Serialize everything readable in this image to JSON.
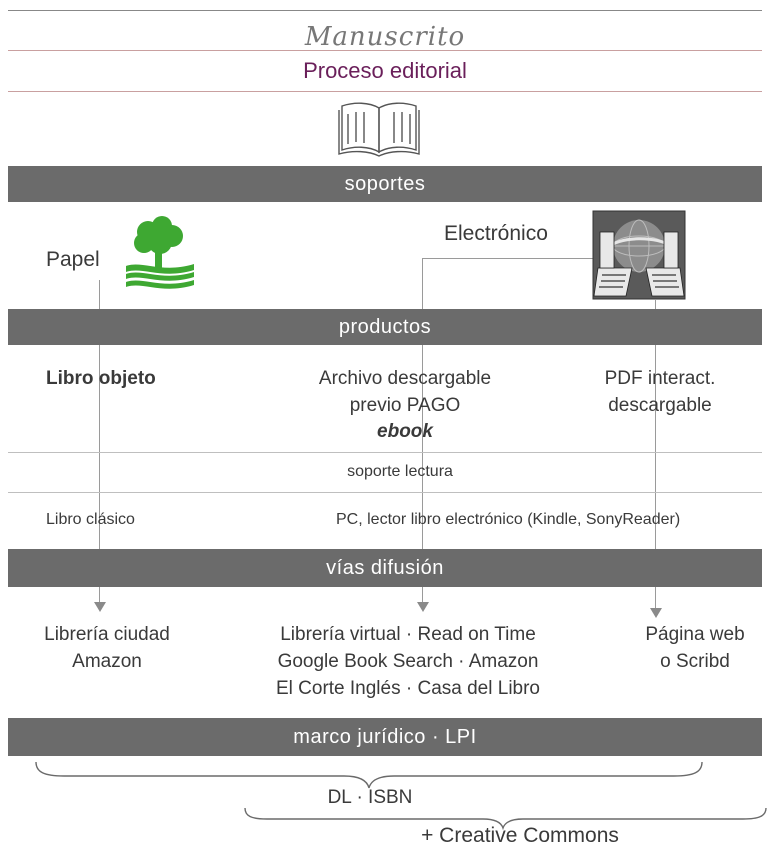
{
  "header": {
    "manuscript": "Manuscrito",
    "process": "Proceso editorial"
  },
  "bands": {
    "soportes": "soportes",
    "productos": "productos",
    "vias": "vías difusión",
    "marco": "marco jurídico · LPI"
  },
  "supports": {
    "paper": "Papel",
    "electronic": "Electrónico"
  },
  "products": {
    "left": "Libro objeto",
    "center_line1": "Archivo descargable",
    "center_line2": "previo PAGO",
    "center_line3": "ebook",
    "right_line1": "PDF interact.",
    "right_line2": "descargable"
  },
  "reading": {
    "header": "soporte lectura",
    "left": "Libro clásico",
    "right": "PC, lector libro electrónico (Kindle, SonyReader)"
  },
  "diffusion": {
    "left_line1": "Librería ciudad",
    "left_line2": "Amazon",
    "center_line1": "Librería virtual · Read on Time",
    "center_line2": "Google Book Search · Amazon",
    "center_line3": "El Corte Inglés · Casa del Libro",
    "right_line1": "Página web",
    "right_line2": "o Scribd"
  },
  "legal": {
    "dl_isbn": "DL · ISBN",
    "cc": "+ Creative Commons"
  },
  "icons": {
    "book": "open-book-icon",
    "tree": "tree-icon",
    "laptops": "laptops-exchange-icon"
  },
  "colors": {
    "band": "#6b6b6b",
    "title_purple": "#6a1f5a",
    "tree_green": "#3ea832",
    "line_rose": "#c9a0a0",
    "line_gray": "#bfbfbf"
  }
}
